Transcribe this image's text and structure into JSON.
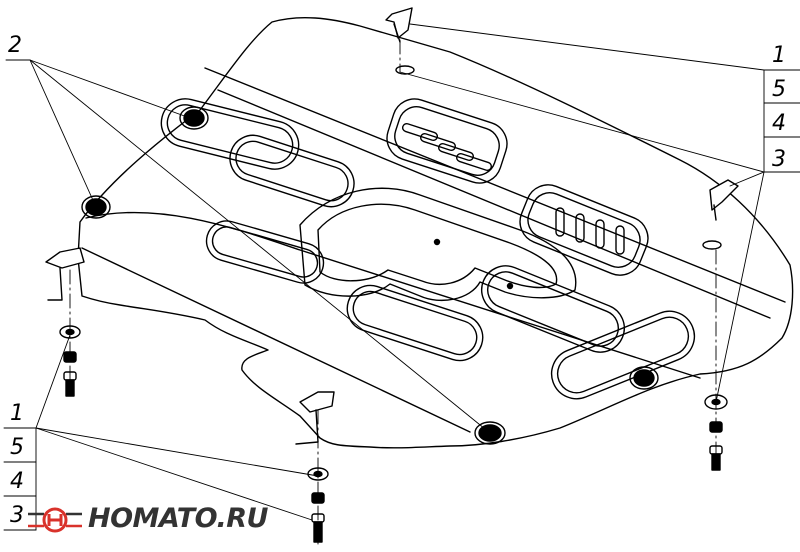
{
  "callouts": {
    "top_left": "2",
    "right_stack": [
      "1",
      "5",
      "4",
      "3"
    ],
    "left_stack": [
      "1",
      "5",
      "4",
      "3"
    ]
  },
  "watermark": {
    "text": "HOMATO.RU",
    "accent_color": "#d9322b",
    "dark_color": "#333333"
  },
  "icons": [
    "skid-plate",
    "bracket",
    "bolt",
    "washer",
    "nut",
    "logo-mark"
  ]
}
